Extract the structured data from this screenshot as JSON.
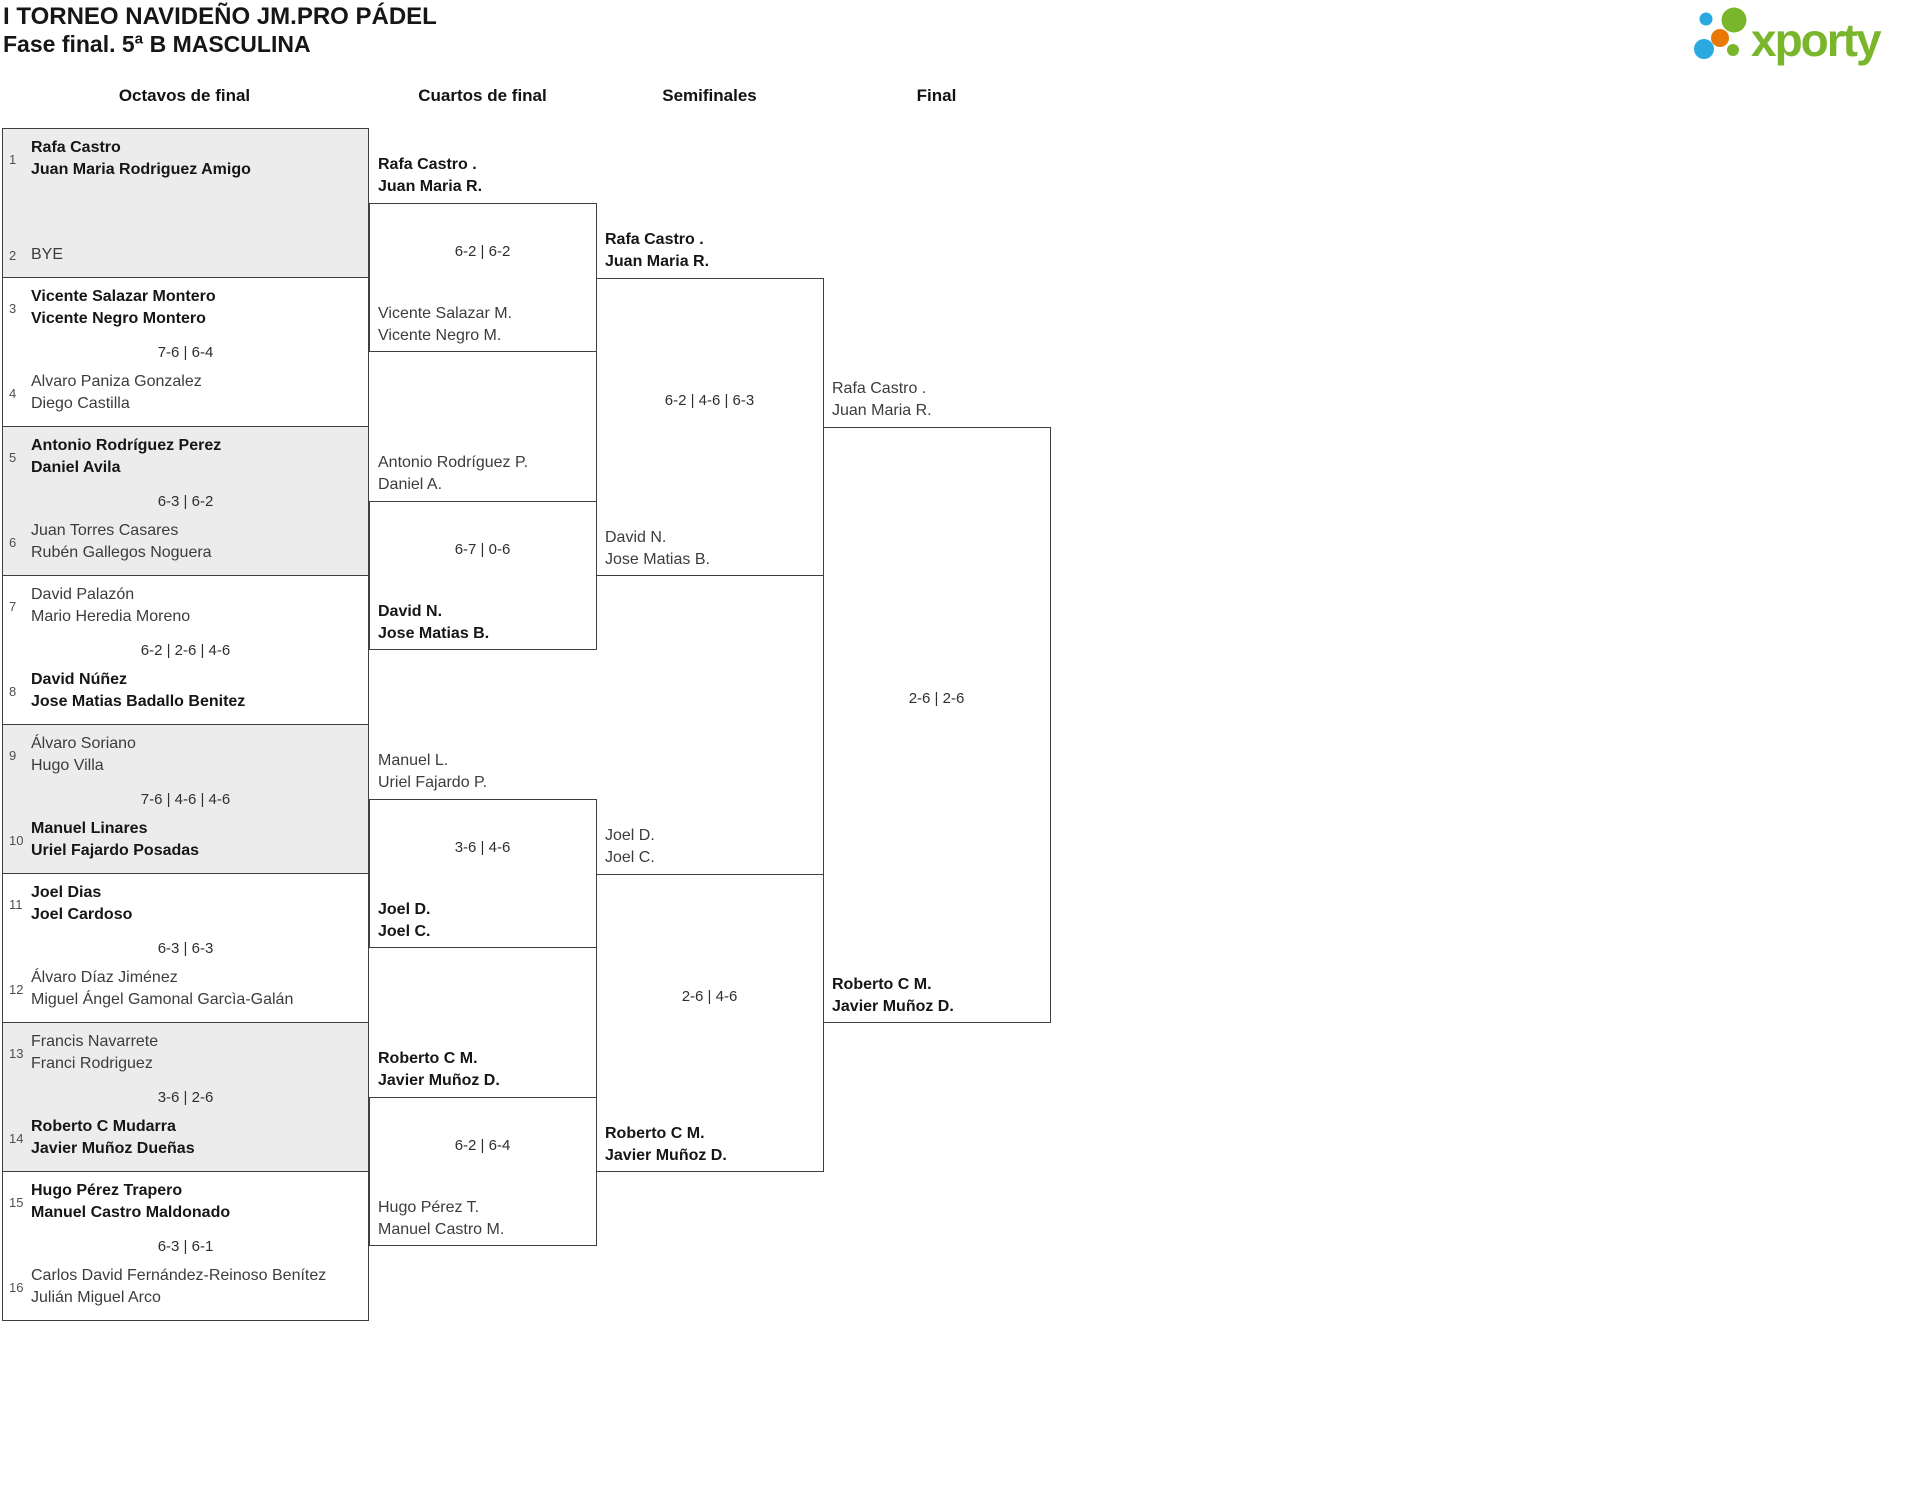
{
  "title": {
    "line1": "I TORNEO NAVIDEÑO JM.PRO PÁDEL",
    "line2": "Fase final. 5ª B MASCULINA"
  },
  "logo": {
    "brand": "xporty"
  },
  "colors": {
    "logo_green": "#7ab62c",
    "logo_blue": "#2aa9e0",
    "logo_orange": "#e97907",
    "box_border": "#3f3f3f",
    "shaded_box": "#ececec"
  },
  "headers": [
    "Octavos de final",
    "Cuartos de final",
    "Semifinales",
    "Final"
  ],
  "bracket": {
    "octavos": [
      {
        "score": "",
        "top": {
          "seed": "1",
          "lines": [
            "Rafa Castro",
            "Juan Maria Rodriguez Amigo"
          ],
          "winner": true
        },
        "bottom": {
          "seed": "2",
          "lines": [
            "BYE"
          ],
          "winner": false
        }
      },
      {
        "score": "7-6 | 6-4",
        "top": {
          "seed": "3",
          "lines": [
            "Vicente Salazar Montero",
            "Vicente Negro Montero"
          ],
          "winner": true
        },
        "bottom": {
          "seed": "4",
          "lines": [
            "Alvaro Paniza Gonzalez",
            "Diego Castilla"
          ],
          "winner": false
        }
      },
      {
        "score": "6-3 | 6-2",
        "top": {
          "seed": "5",
          "lines": [
            "Antonio Rodríguez Perez",
            "Daniel Avila"
          ],
          "winner": true
        },
        "bottom": {
          "seed": "6",
          "lines": [
            "Juan Torres Casares",
            "Rubén Gallegos Noguera"
          ],
          "winner": false
        }
      },
      {
        "score": "6-2 | 2-6 | 4-6",
        "top": {
          "seed": "7",
          "lines": [
            "David Palazón",
            "Mario Heredia Moreno"
          ],
          "winner": false
        },
        "bottom": {
          "seed": "8",
          "lines": [
            "David Núñez",
            "Jose Matias Badallo Benitez"
          ],
          "winner": true
        }
      },
      {
        "score": "7-6 | 4-6 | 4-6",
        "top": {
          "seed": "9",
          "lines": [
            "Álvaro Soriano",
            "Hugo Villa"
          ],
          "winner": false
        },
        "bottom": {
          "seed": "10",
          "lines": [
            "Manuel Linares",
            "Uriel Fajardo Posadas"
          ],
          "winner": true
        }
      },
      {
        "score": "6-3 | 6-3",
        "top": {
          "seed": "11",
          "lines": [
            "Joel Dias",
            "Joel Cardoso"
          ],
          "winner": true
        },
        "bottom": {
          "seed": "12",
          "lines": [
            "Álvaro Díaz Jiménez",
            "Miguel Ángel Gamonal Garcìa-Galán"
          ],
          "winner": false
        }
      },
      {
        "score": "3-6 | 2-6",
        "top": {
          "seed": "13",
          "lines": [
            "Francis Navarrete",
            "Franci Rodriguez"
          ],
          "winner": false
        },
        "bottom": {
          "seed": "14",
          "lines": [
            "Roberto C Mudarra",
            "Javier Muñoz Dueñas"
          ],
          "winner": true
        }
      },
      {
        "score": "6-3 | 6-1",
        "top": {
          "seed": "15",
          "lines": [
            "Hugo Pérez Trapero",
            "Manuel Castro Maldonado"
          ],
          "winner": true
        },
        "bottom": {
          "seed": "16",
          "lines": [
            "Carlos David Fernández-Reinoso Benítez",
            "Julián Miguel Arco"
          ],
          "winner": false
        }
      }
    ],
    "cuartos": [
      {
        "score": "6-2 | 6-2",
        "top": {
          "lines": [
            "Rafa Castro .",
            "Juan Maria R."
          ],
          "winner": true
        },
        "bottom": {
          "lines": [
            "Vicente Salazar M.",
            "Vicente Negro M."
          ],
          "winner": false
        }
      },
      {
        "score": "6-7 | 0-6",
        "top": {
          "lines": [
            "Antonio Rodríguez P.",
            "Daniel A."
          ],
          "winner": false
        },
        "bottom": {
          "lines": [
            "David N.",
            "Jose Matias B."
          ],
          "winner": true
        }
      },
      {
        "score": "3-6 | 4-6",
        "top": {
          "lines": [
            "Manuel L.",
            "Uriel Fajardo P."
          ],
          "winner": false
        },
        "bottom": {
          "lines": [
            "Joel D.",
            "Joel C."
          ],
          "winner": true
        }
      },
      {
        "score": "6-2 | 6-4",
        "top": {
          "lines": [
            "Roberto C M.",
            "Javier Muñoz D."
          ],
          "winner": true
        },
        "bottom": {
          "lines": [
            "Hugo Pérez T.",
            "Manuel Castro M."
          ],
          "winner": false
        }
      }
    ],
    "semifinales": [
      {
        "score": "6-2 | 4-6 | 6-3",
        "top": {
          "lines": [
            "Rafa Castro .",
            "Juan Maria R."
          ],
          "winner": true
        },
        "bottom": {
          "lines": [
            "David N.",
            "Jose Matias B."
          ],
          "winner": false
        }
      },
      {
        "score": "2-6 | 4-6",
        "top": {
          "lines": [
            "Joel D.",
            "Joel C."
          ],
          "winner": false
        },
        "bottom": {
          "lines": [
            "Roberto C M.",
            "Javier Muñoz D."
          ],
          "winner": true
        }
      }
    ],
    "final": [
      {
        "score": "2-6 | 2-6",
        "top": {
          "lines": [
            "Rafa Castro .",
            "Juan Maria R."
          ],
          "winner": false
        },
        "bottom": {
          "lines": [
            "Roberto C M.",
            "Javier Muñoz D."
          ],
          "winner": true
        }
      }
    ]
  }
}
